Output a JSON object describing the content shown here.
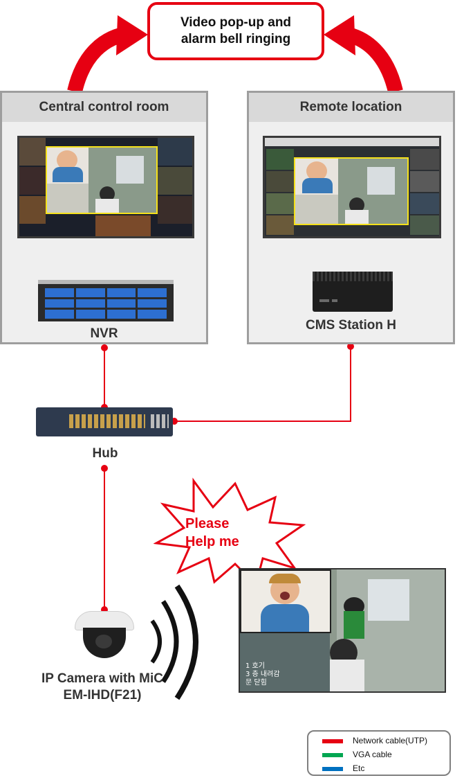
{
  "title_lines": [
    "Video pop-up and",
    "alarm bell ringing"
  ],
  "central": {
    "title": "Central control room",
    "device_label": "NVR"
  },
  "remote": {
    "title": "Remote location",
    "device_label": "CMS Station H"
  },
  "hub_label": "Hub",
  "callout": {
    "lines": [
      "Please",
      "Help me"
    ]
  },
  "camera": {
    "lines": [
      "IP Camera with MiC",
      "EM-IHD(F21)"
    ]
  },
  "elevator_overlay": [
    "1 호기",
    "3 층 내려감",
    "문 닫힘"
  ],
  "legend": [
    {
      "label": "Network cable(UTP)",
      "color": "#e60012"
    },
    {
      "label": "VGA cable",
      "color": "#00a651"
    },
    {
      "label": "Etc",
      "color": "#0070c0"
    }
  ],
  "colors": {
    "network": "#e60012",
    "vga": "#00a651",
    "accent_border": "#f5e11b"
  }
}
